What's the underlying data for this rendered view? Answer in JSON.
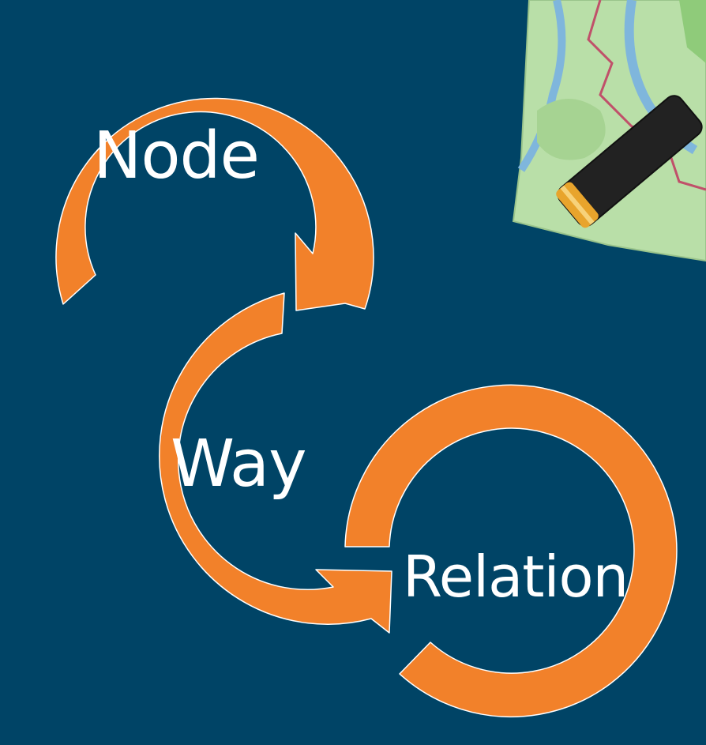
{
  "diagram": {
    "nodes": [
      {
        "id": "node",
        "label": "Node"
      },
      {
        "id": "way",
        "label": "Way"
      },
      {
        "id": "relation",
        "label": "Relation"
      }
    ],
    "edges": [
      {
        "from": "node",
        "to": "way"
      },
      {
        "from": "way",
        "to": "relation"
      }
    ]
  },
  "logo": {
    "name": "map-logo-icon"
  },
  "colors": {
    "background": "#004466",
    "arrow_fill": "#F2812A",
    "arrow_outline": "#ffffff",
    "text": "#ffffff"
  }
}
